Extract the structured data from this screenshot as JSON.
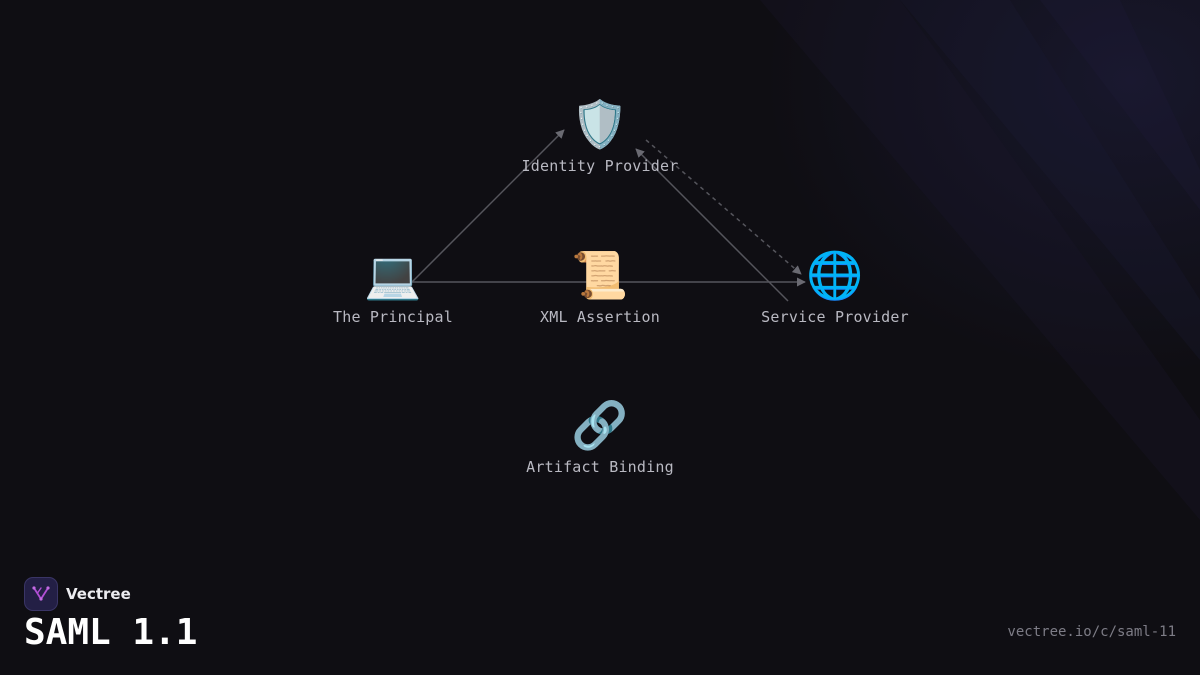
{
  "diagram": {
    "nodes": [
      {
        "id": "identity-provider",
        "icon": "shield-icon",
        "emoji": "🛡️",
        "label": "Identity Provider"
      },
      {
        "id": "principal",
        "icon": "laptop-icon",
        "emoji": "💻",
        "label": "The Principal"
      },
      {
        "id": "xml-assertion",
        "icon": "scroll-icon",
        "emoji": "📜",
        "label": "XML Assertion"
      },
      {
        "id": "service-provider",
        "icon": "globe-icon",
        "emoji": "🌐",
        "label": "Service Provider"
      },
      {
        "id": "artifact-binding",
        "icon": "link-icon",
        "emoji": "🔗",
        "label": "Artifact Binding"
      }
    ],
    "edges": [
      {
        "from": "principal",
        "to": "identity-provider",
        "style": "solid"
      },
      {
        "from": "principal",
        "to": "service-provider",
        "style": "solid"
      },
      {
        "from": "service-provider",
        "to": "identity-provider",
        "style": "solid"
      },
      {
        "from": "identity-provider",
        "to": "service-provider",
        "style": "dashed"
      }
    ],
    "edge_color": "#6a6a72"
  },
  "brand": {
    "name": "Vectree",
    "logo_color": "#b14fd6"
  },
  "title": "SAML 1.1",
  "url": "vectree.io/c/saml-11"
}
